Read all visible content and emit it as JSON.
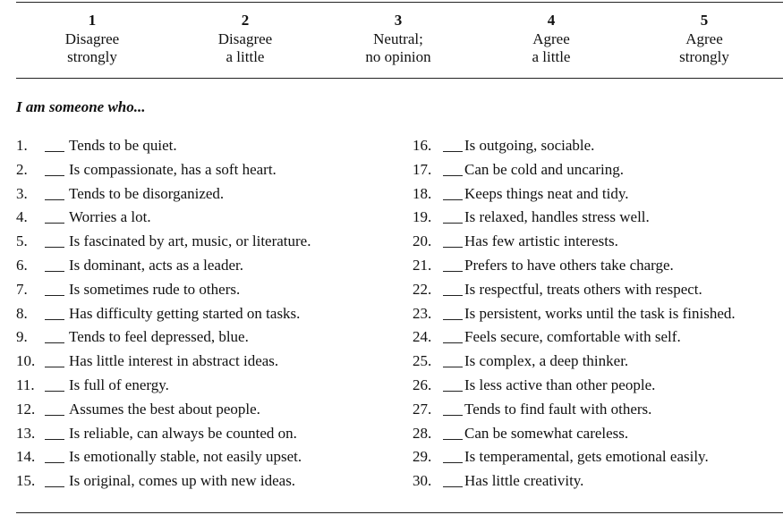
{
  "scale": [
    {
      "num": "1",
      "line1": "Disagree",
      "line2": "strongly"
    },
    {
      "num": "2",
      "line1": "Disagree",
      "line2": "a little"
    },
    {
      "num": "3",
      "line1": "Neutral;",
      "line2": "no opinion"
    },
    {
      "num": "4",
      "line1": "Agree",
      "line2": "a little"
    },
    {
      "num": "5",
      "line1": "Agree",
      "line2": "strongly"
    }
  ],
  "intro": "I am someone who...",
  "items": [
    {
      "num": "1.",
      "text": "Tends to be quiet."
    },
    {
      "num": "2.",
      "text": "Is compassionate, has a soft heart."
    },
    {
      "num": "3.",
      "text": "Tends to be disorganized."
    },
    {
      "num": "4.",
      "text": "Worries a lot."
    },
    {
      "num": "5.",
      "text": "Is fascinated by art, music, or literature."
    },
    {
      "num": "6.",
      "text": "Is dominant, acts as a leader."
    },
    {
      "num": "7.",
      "text": "Is sometimes rude to others."
    },
    {
      "num": "8.",
      "text": "Has difficulty getting started on tasks."
    },
    {
      "num": "9.",
      "text": "Tends to feel depressed, blue."
    },
    {
      "num": "10.",
      "text": "Has little interest in abstract ideas."
    },
    {
      "num": "11.",
      "text": "Is full of energy."
    },
    {
      "num": "12.",
      "text": "Assumes the best about people."
    },
    {
      "num": "13.",
      "text": "Is reliable, can always be counted on."
    },
    {
      "num": "14.",
      "text": "Is emotionally stable, not easily upset."
    },
    {
      "num": "15.",
      "text": "Is original, comes up with new ideas."
    },
    {
      "num": "16.",
      "text": "Is outgoing, sociable."
    },
    {
      "num": "17.",
      "text": "Can be cold and uncaring."
    },
    {
      "num": "18.",
      "text": "Keeps things neat and tidy."
    },
    {
      "num": "19.",
      "text": "Is relaxed, handles stress well."
    },
    {
      "num": "20.",
      "text": "Has few artistic interests."
    },
    {
      "num": "21.",
      "text": "Prefers to have others take charge."
    },
    {
      "num": "22.",
      "text": "Is respectful, treats others with respect."
    },
    {
      "num": "23.",
      "text": "Is persistent, works until the task is finished."
    },
    {
      "num": "24.",
      "text": "Feels secure, comfortable with self."
    },
    {
      "num": "25.",
      "text": "Is complex, a deep thinker."
    },
    {
      "num": "26.",
      "text": "Is less active than other people."
    },
    {
      "num": "27.",
      "text": "Tends to find fault with others."
    },
    {
      "num": "28.",
      "text": "Can be somewhat careless."
    },
    {
      "num": "29.",
      "text": "Is temperamental, gets emotional easily."
    },
    {
      "num": "30.",
      "text": "Has little creativity."
    }
  ]
}
